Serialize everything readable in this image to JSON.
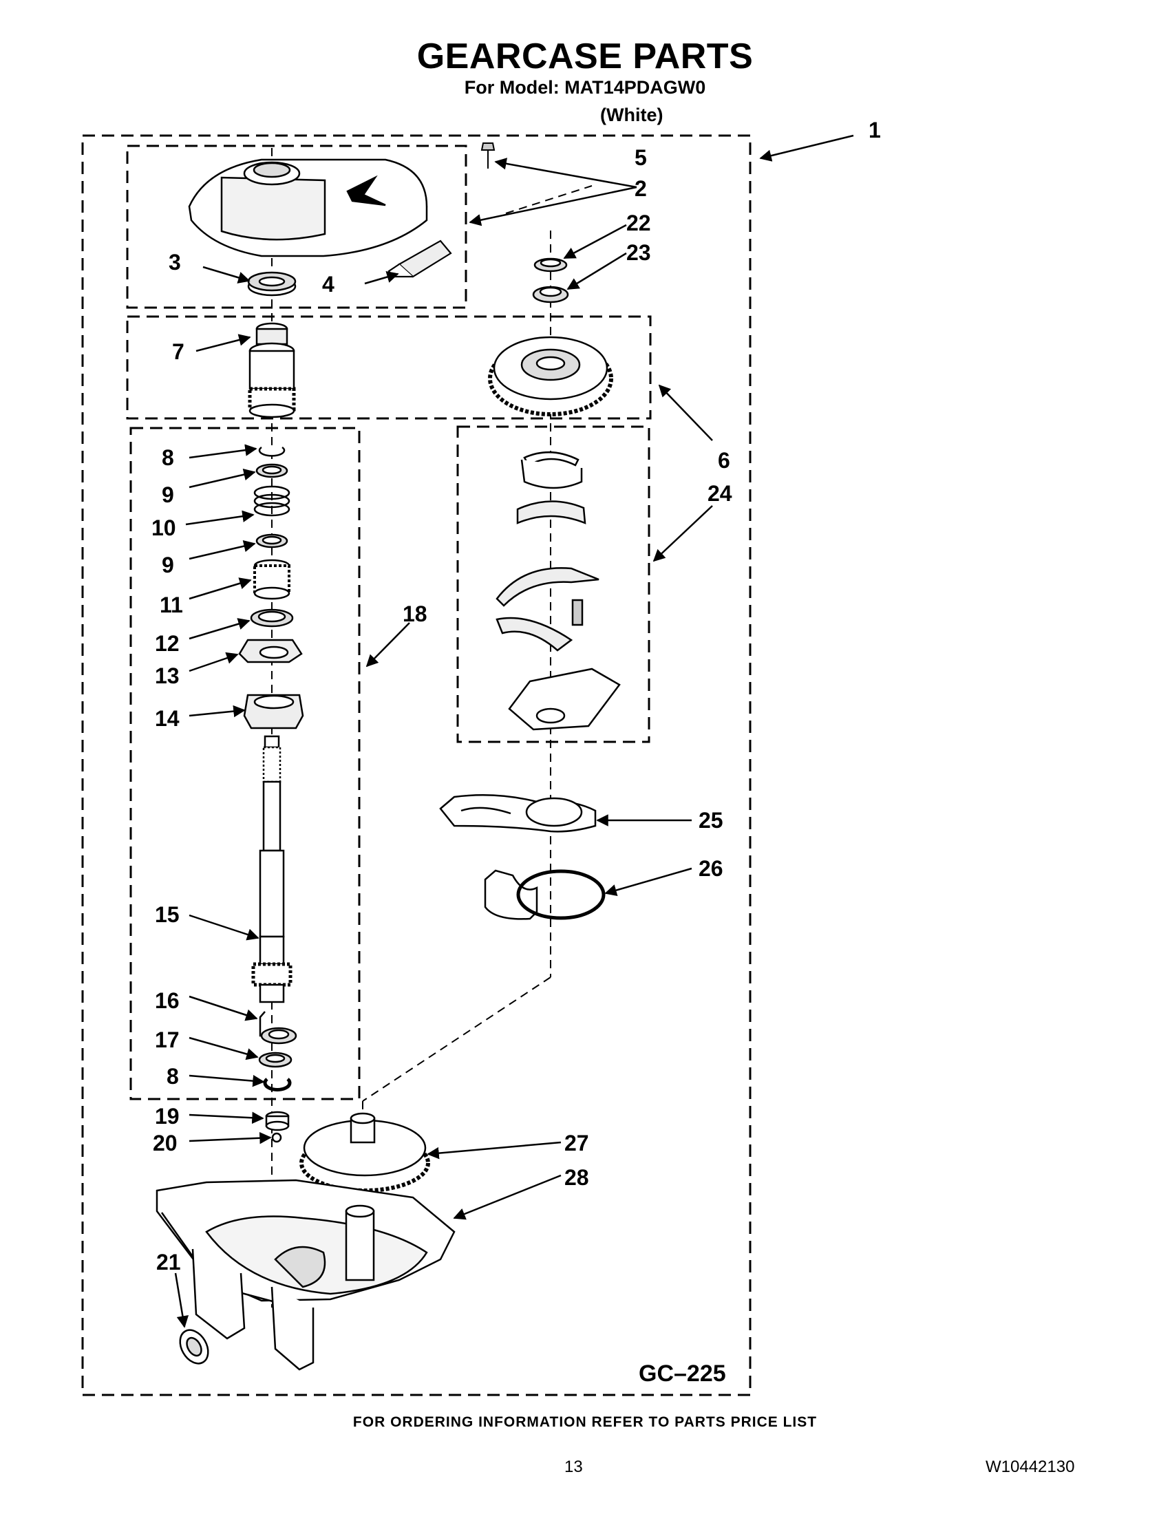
{
  "header": {
    "title": "GEARCASE PARTS",
    "model_line": "For Model: MAT14PDAGW0",
    "color_line": "(White)"
  },
  "diagram": {
    "code": "GC–225",
    "callouts": [
      "1",
      "2",
      "3",
      "4",
      "5",
      "6",
      "7",
      "8",
      "9",
      "10",
      "9",
      "11",
      "12",
      "13",
      "14",
      "15",
      "16",
      "17",
      "8",
      "18",
      "19",
      "20",
      "21",
      "22",
      "23",
      "24",
      "25",
      "26",
      "27",
      "28"
    ]
  },
  "footer": {
    "ordering_note": "FOR ORDERING INFORMATION REFER TO PARTS PRICE LIST",
    "page_number": "13",
    "document_number": "W10442130"
  }
}
